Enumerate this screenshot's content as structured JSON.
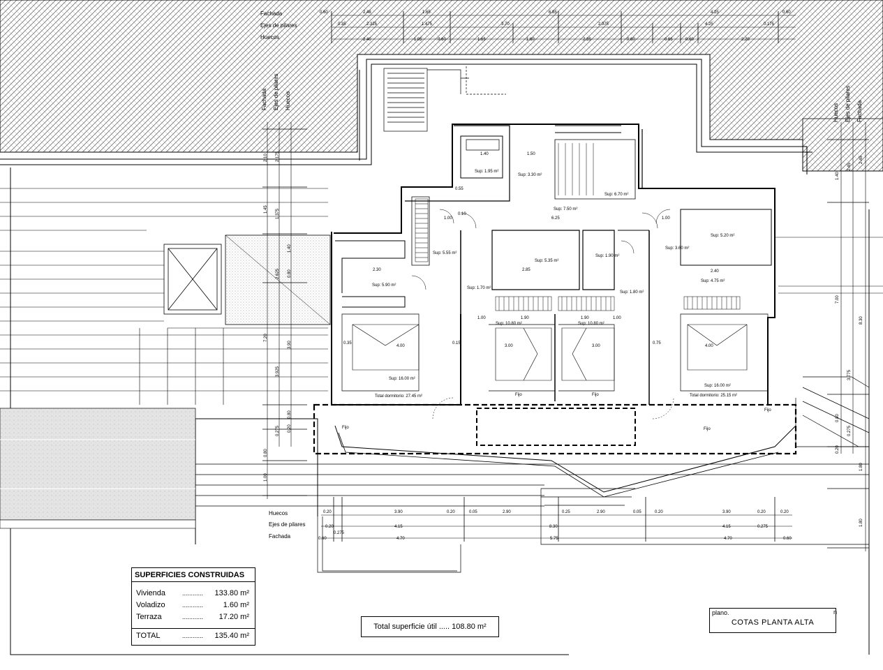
{
  "dimension_rows_top": {
    "fachada": "Fachada",
    "ejes": "Ejes de pilares",
    "huecos": "Huecos",
    "fachada_values": [
      "0.60",
      "2.48",
      "1.65",
      "6.85",
      "4.25",
      "0.60"
    ],
    "ejes_values": [
      "0.35",
      "2.325",
      "1.475",
      "3.70",
      "2.975",
      "4.25",
      "0.175"
    ],
    "huecos_values": [
      "2.40",
      "1.05",
      "0.60",
      "1.65",
      "1.60",
      "2.35",
      "0.60",
      "0.65",
      "0.60",
      "2.20"
    ]
  },
  "dimension_rows_bottom": {
    "huecos": "Huecos",
    "ejes": "Ejes de pilares",
    "fachada": "Fachada",
    "huecos_values": [
      "0.20",
      "3.90",
      "0.20",
      "0.05",
      "2.90",
      "0.25",
      "2.90",
      "0.05",
      "0.20",
      "3.90",
      "0.20",
      "0.20"
    ],
    "ejes_values": [
      "0.20",
      "4.15",
      "8.30",
      "4.15",
      "0.275"
    ],
    "fachada_values": [
      "0.60",
      "4.70",
      "5.75",
      "4.70",
      "0.60",
      "0.275"
    ]
  },
  "vertical_dims_left": [
    "2.10",
    "2.175",
    "1.45",
    "1.375",
    "1.40",
    "2.625",
    "0.80",
    "7.20",
    "3.925",
    "3.90",
    "0.80",
    "0.275",
    "0.20",
    "0.80",
    "1.00"
  ],
  "vertical_dims_right": [
    "2.45",
    "2.45",
    "1.40",
    "7.00",
    "8.30",
    "3.775",
    "0.80",
    "0.275",
    "0.20",
    "1.80",
    "1.80"
  ],
  "room_labels": [
    "Sup: 1.95 m²",
    "Sup: 3.30 m²",
    "Sup: 6.70 m²",
    "Sup: 7.50 m²",
    "Sup: 5.55 m²",
    "Sup: 5.90 m²",
    "Sup: 5.35 m²",
    "Sup: 1.90 m²",
    "Sup: 3.60 m²",
    "Sup: 5.20 m²",
    "Sup: 4.75 m²",
    "Sup: 1.70 m²",
    "Sup: 1.80 m²",
    "Sup: 10.80 m²",
    "Sup: 10.80 m²",
    "Sup: 16.00 m²",
    "Total dormitorio: 27.45 m²",
    "Sup: 16.00 m²",
    "Total dormitorio: 25.15 m²"
  ],
  "interior_dims": [
    "1.40",
    "1.50",
    "1.00",
    "6.25",
    "1.00",
    "2.30",
    "2.85",
    "2.40",
    "1.00",
    "1.90",
    "1.90",
    "1.00",
    "4.00",
    "3.00",
    "3.00",
    "4.00",
    "0.35",
    "0.15",
    "0.75",
    "0.10",
    "0.55"
  ],
  "fijo_labels": [
    "Fijo",
    "Fijo",
    "Fijo",
    "Fijo",
    "Fijo"
  ],
  "surfaces": {
    "title": "SUPERFICIES CONSTRUIDAS",
    "rows": [
      {
        "name": "Vivienda",
        "dots": "............",
        "value": "133.80 m²"
      },
      {
        "name": "Voladizo",
        "dots": "............",
        "value": "1.60 m²"
      },
      {
        "name": "Terraza",
        "dots": "............",
        "value": "17.20 m²"
      }
    ],
    "total": {
      "name": "TOTAL",
      "dots": "............",
      "value": "135.40 m²"
    }
  },
  "total_util": "Total superficie útil ..... 108.80 m²",
  "plano": {
    "label": "plano.",
    "title": "COTAS PLANTA ALTA",
    "corner": "n"
  }
}
